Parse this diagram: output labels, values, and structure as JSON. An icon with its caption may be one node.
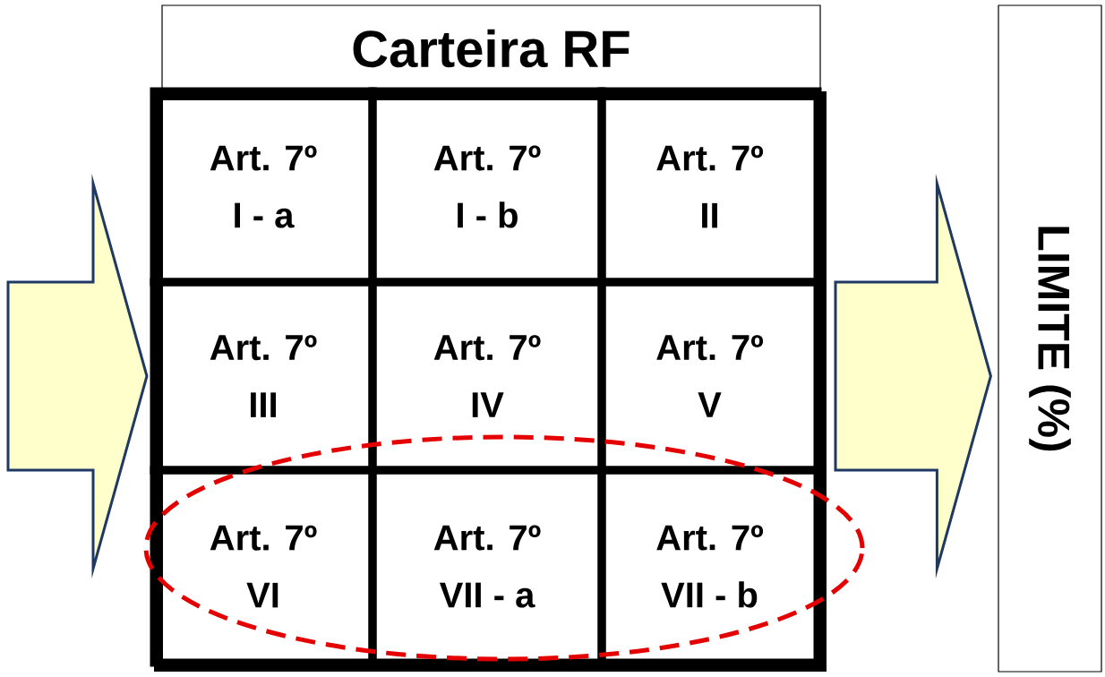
{
  "diagram": {
    "nodes": [
      {
        "text": [
          "Carteira RF"
        ]
      },
      {
        "text": [],
        "shape": "box"
      },
      {
        "text": [
          "Art. 7º",
          "I - a"
        ],
        "in": 1
      },
      {
        "text": [
          "Art. 7º",
          "I - b"
        ],
        "in": 1
      },
      {
        "text": [
          "Art. 7º",
          "II"
        ],
        "in": 1
      },
      {
        "text": [
          "Art. 7º",
          "III"
        ],
        "in": 1
      },
      {
        "text": [
          "Art. 7º",
          "IV"
        ],
        "in": 1
      },
      {
        "text": [
          "Art. 7º",
          "V"
        ],
        "in": 1
      },
      {
        "text": [
          "Art. 7º",
          "VI"
        ],
        "in": 1
      },
      {
        "text": [
          "Art. 7º",
          "VII - a"
        ],
        "in": 1
      },
      {
        "text": [
          "Art. 7º",
          "VII - b"
        ],
        "in": 1
      },
      {
        "text": [
          "LIMITE (%)"
        ]
      }
    ],
    "edges": [
      {
        "from": null,
        "to": 1,
        "arrow": "to"
      },
      {
        "from": 1,
        "to": 11,
        "arrow": "to"
      }
    ]
  }
}
